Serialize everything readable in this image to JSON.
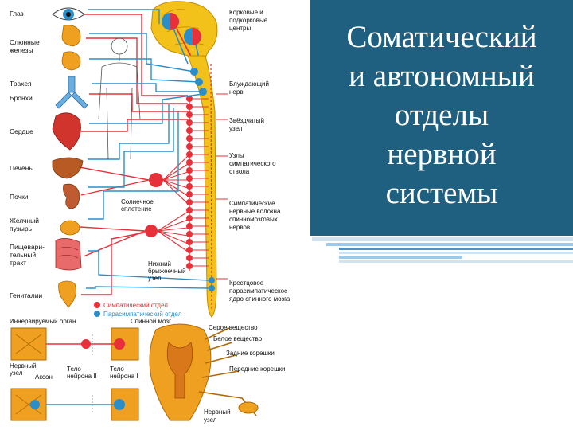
{
  "title_lines": [
    "Соматический",
    "и автономный",
    "отделы",
    "нервной",
    "системы"
  ],
  "colors": {
    "title_panel": "#1f5f7f",
    "title_text": "#ffffff",
    "sympathetic": "#e8303a",
    "parasympathetic": "#2c8ec8",
    "spinal_cord": "#f2c21a",
    "organ": "#f0a020",
    "heart": "#d0342c",
    "stripe_light": "#cfe3f1",
    "stripe_mid": "#9fc8e6",
    "stripe_dark": "#4c92c6"
  },
  "organs": [
    "eye-icon",
    "salivary-gland-icon",
    "trachea-icon",
    "heart-icon",
    "liver-icon",
    "kidney-icon",
    "gallbladder-icon",
    "intestine-icon",
    "genitals-icon"
  ],
  "labels": {
    "eye": "Глаз",
    "salivary": [
      "Слюнные",
      "железы"
    ],
    "trachea": "Трахея",
    "bronchi": "Бронхи",
    "heart": "Сердце",
    "liver": "Печень",
    "kidneys": "Почки",
    "gallbladder": [
      "Желчный",
      "пузырь"
    ],
    "digestive": [
      "Пищевари-",
      "тельный",
      "тракт"
    ],
    "genitals": "Гениталии",
    "cortical": [
      "Корковые и",
      "подкорковые",
      "центры"
    ],
    "vagus": [
      "Блуждающий",
      "нерв"
    ],
    "stellate": [
      "Звёздчатый",
      "узел"
    ],
    "trunk_nodes": [
      "Узлы",
      "симпатического",
      "ствола"
    ],
    "sympathetic_fibers": [
      "Симпатические",
      "нервные волокна",
      "спинномозговых",
      "нервов"
    ],
    "solar": [
      "Солнечное",
      "сплетение"
    ],
    "lower_mesenteric": [
      "Нижний",
      "брыжеечный",
      "узел"
    ],
    "sacral": [
      "Крестцовое",
      "парасимпатическое",
      "ядро спинного мозга"
    ],
    "gray_matter": "Серое вещество",
    "white_matter": "Белое вещество",
    "dorsal_roots": "Задние корешки",
    "ventral_roots": "Передние корешки",
    "dorsal_ganglion": [
      "Нервный",
      "узел"
    ],
    "innervated_organ": "Иннервируемый орган",
    "spinal_cord": "Спинной мозг",
    "nerve_node": [
      "Нервный",
      "узел"
    ],
    "axon": "Аксон",
    "neuron_body_2": [
      "Тело",
      "нейрона II"
    ],
    "neuron_body_1": [
      "Тело",
      "нейрона I"
    ]
  },
  "legend": {
    "sympathetic": "Симпатический отдел",
    "parasympathetic": "Парасимпатический отдел"
  }
}
